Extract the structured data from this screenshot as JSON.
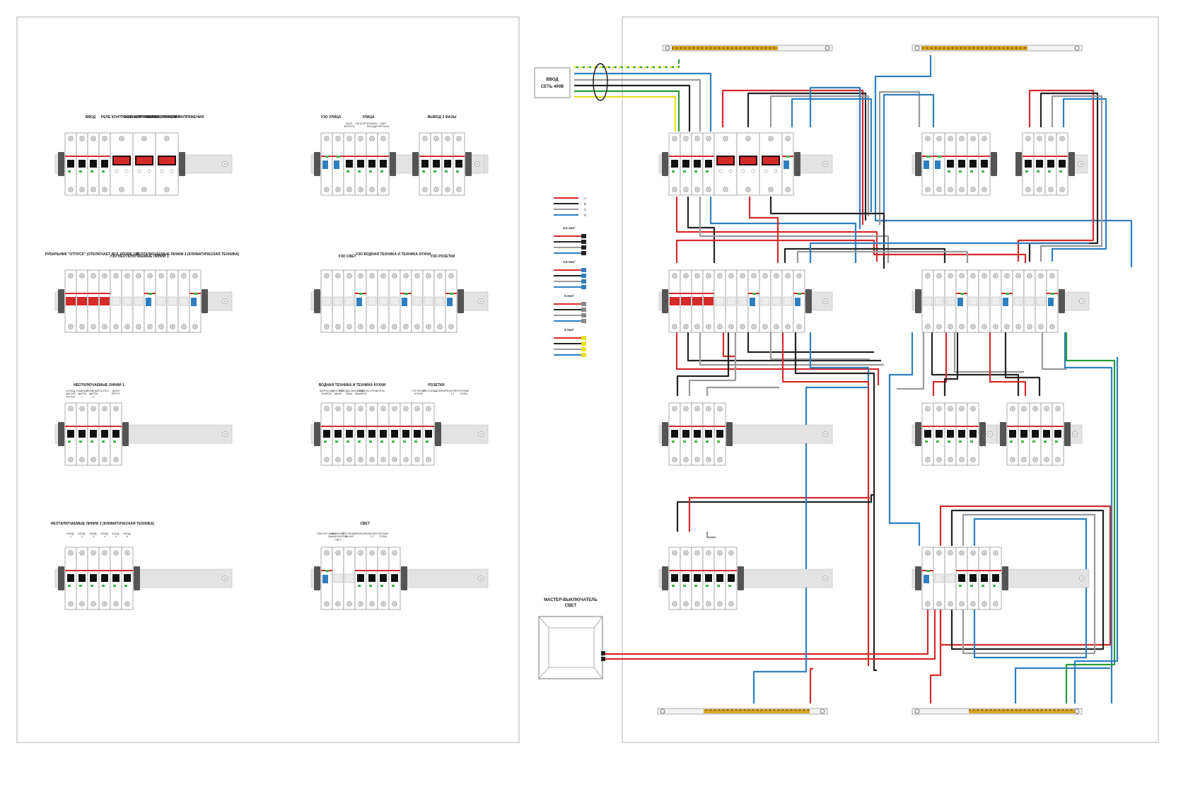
{
  "left_panel": {
    "rows": [
      {
        "groups": [
          {
            "labels": [
              "ВВОД",
              "РЕЛЕ КОНТРОЛЯ НАПРЯЖЕНИЯ",
              "РЕЛЕ КОНТРОЛЯ НАПРЯЖЕНИЯ",
              "РЕЛЕ КОНТРОЛЯ НАПРЯЖЕНИЯ"
            ]
          },
          {
            "labels": [
              "УЗО УЛИЦА",
              "УЛИЦА"
            ],
            "sublabels": [
              "ЗАСЛ. ВОРОТА",
              "СЕНСОР",
              "ФОНАРИ ФАСАДА",
              "СВЕТ ТЕРРАСЫ"
            ]
          },
          {
            "labels": [
              "ВЫВОД 3 ФАЗЫ"
            ]
          }
        ]
      },
      {
        "groups": [
          {
            "labels": [
              "РУБИЛЬНИК \"ОТПУСК\" (ОТКЛЮЧАЕТ ВСЕ КРОМЕ УЗ)",
              "УЗО НЕОТКЛЮЧАЕМЫЕ ЛИНИИ 1",
              "НЕОТКЛЮЧАЕМЫЕ ЛИНИИ 2 (КЛИМАТИЧЕСКАЯ ТЕХНИКА)"
            ]
          },
          {
            "labels": [
              "УЗО СВЕТ",
              "УЗО ВОДНАЯ ТЕХНИКА И ТЕХНИКА КУХНИ",
              "УЗО РОЗЕТКИ"
            ]
          }
        ]
      },
      {
        "groups": [
          {
            "labels": [
              "НЕОТКЛЮЧАЕМЫЕ ЛИНИИ 1"
            ],
            "sublabels": [
              "ХОЛОД. ДАТЧИК КОТЛА",
              "ГЛАВНЫЙ ЩИТОК 1",
              "ГЛАВНЫЙ ЩИТОК 2",
              "КОТЕЛ",
              "ВОЛЯ ЛЕСТН."
            ]
          },
          {
            "labels": [
              "ВОДНАЯ ТЕХНИКА И ТЕХНИКА КУХНИ"
            ],
            "sublabels": [
              "ВАРОЧНАЯ ПАНЕЛЬ",
              "ДУХОВОЙ ШКАФ",
              "ПОСУДО-МОЕЧ. МАШ.",
              "СТИР. МАШИНА",
              "ВОДОНА-ГРЕВАТЕЛЬ"
            ]
          },
          {
            "labels": [
              "РОЗЕТКИ"
            ],
            "sublabels": [
              "ГОСТИНАЯ КУХНЯ",
              "ЛЕСТНИЦА",
              "СПАЛЬНЯ",
              "САНУЗЕЛ 1,2",
              "ТЕПЛЫЕ ПОЛЫ"
            ]
          }
        ]
      },
      {
        "groups": [
          {
            "labels": [
              "НЕОТКЛЮЧАЕМЫЕ ЛИНИИ 2 (КЛИМАТИЧЕСКАЯ ТЕХНИКА)"
            ],
            "sublabels": [
              "КОНД. 1",
              "КОНД. 2",
              "КОНД. 3",
              "КОНД. 4",
              "КОНД. 5",
              "КОНД. 6"
            ]
          },
          {
            "labels": [
              "СВЕТ"
            ],
            "sublabels": [
              "МАСТЕР-ВЫКЛ.",
              "ВНЕШНИЙ ВЫКЛЮЧАТЕЛЬ СВЕТ",
              "ГОСТИНАЯ КУХНЯ",
              "СПАЛЬНЯ",
              "САНУЗЕЛ 1,2",
              "ТЕПЛЫЕ ПОЛЫ"
            ]
          }
        ]
      }
    ]
  },
  "right_panel": {
    "input_box": {
      "line1": "ВВОД",
      "line2": "СЕТЬ 400В"
    },
    "legend": {
      "phase_labels": [
        "A",
        "B",
        "C",
        "N"
      ],
      "wire_sizes": [
        "2,5 mm²",
        "2,5 mm²",
        "6 mm²",
        "6 mm²"
      ]
    },
    "master_switch": {
      "line1": "МАСТЕР-ВЫКЛЮЧАТЕЛЬ",
      "line2": "СВЕТ"
    }
  },
  "colors": {
    "phase_a": "#d42a2a",
    "phase_b": "#222222",
    "phase_c": "#9a9a9a",
    "neutral": "#2f7fc0",
    "earth_green": "#2a9a3a",
    "earth_yellow": "#e8e020",
    "breaker_red": "#d42a2a",
    "busbar_gold": "#d8a824"
  }
}
